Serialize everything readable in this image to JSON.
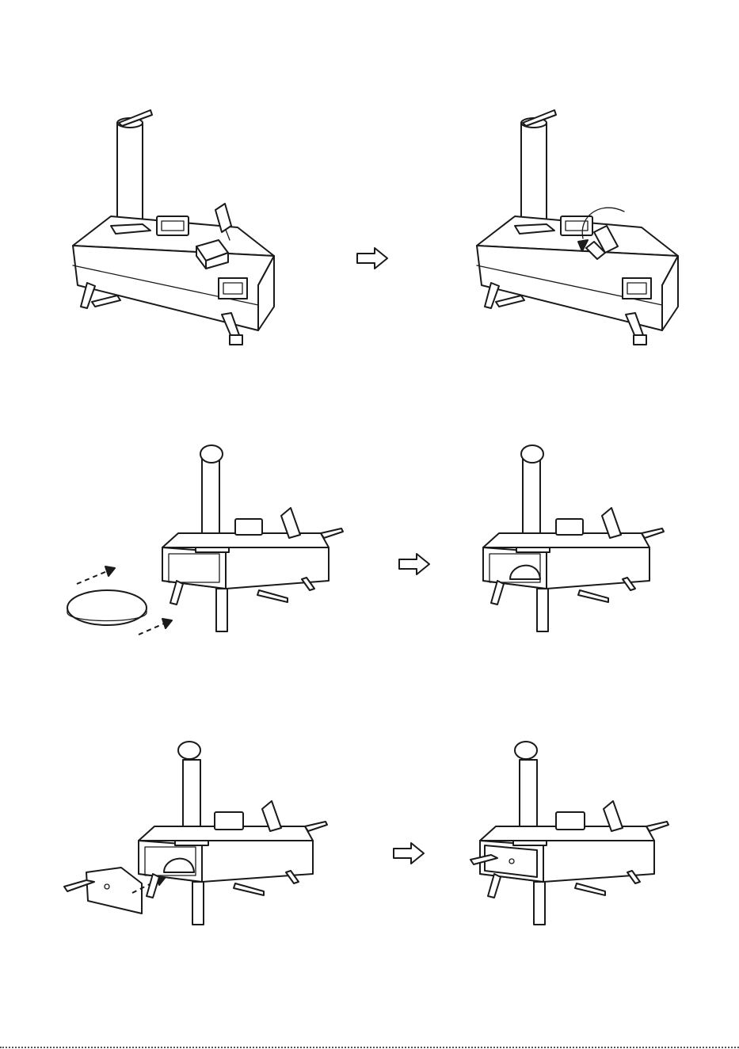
{
  "page": {
    "type": "assembly-instruction-diagram",
    "steps": [
      {
        "id": "step-1",
        "description": ""
      },
      {
        "id": "step-2",
        "description": ""
      },
      {
        "id": "step-3",
        "description": ""
      }
    ]
  },
  "icons": {
    "step_arrow": "hollow-right-arrow-icon",
    "motion_arrow": "solid-arrowhead-icon"
  },
  "colors": {
    "line": "#1a1a1a",
    "background": "#ffffff"
  }
}
